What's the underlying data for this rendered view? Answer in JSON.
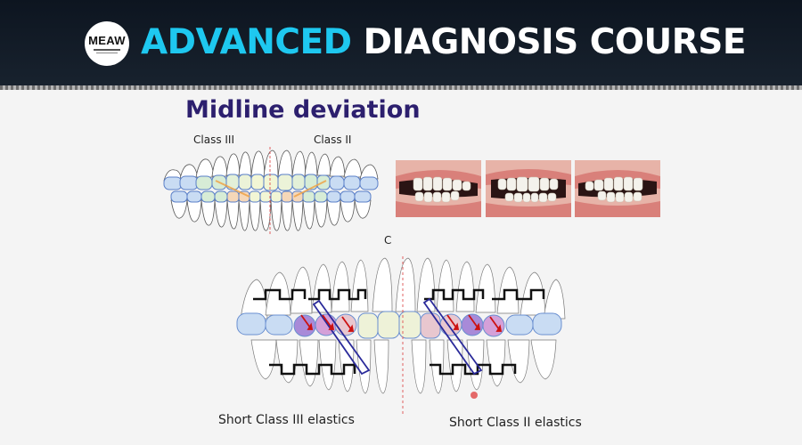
{
  "header": {
    "logo_text": "MEAW",
    "title_accent": "ADVANCED",
    "title_rest": "DIAGNOSIS COURSE",
    "accent_color": "#1ec8f0"
  },
  "slide": {
    "title": "Midline deviation",
    "title_color": "#2c1f6e",
    "top_diagram": {
      "label_left": "Class III",
      "label_right": "Class II"
    },
    "photos": [
      {
        "name": "right-lateral-view"
      },
      {
        "name": "frontal-view"
      },
      {
        "name": "left-lateral-view"
      }
    ],
    "panel_letter": "C",
    "bottom_diagram": {
      "caption_left": "Short Class III elastics",
      "caption_right": "Short Class II elastics",
      "elastic_color": "#2a2a9a",
      "arrow_color": "#cc1111"
    }
  }
}
